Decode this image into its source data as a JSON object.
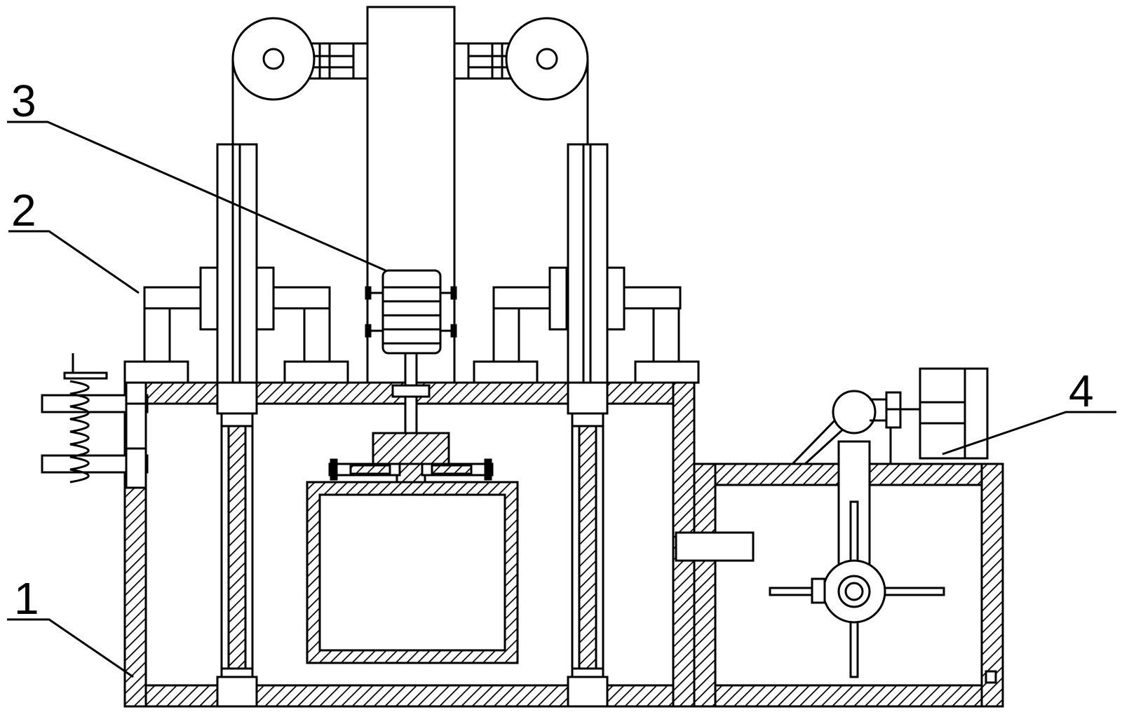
{
  "labels": {
    "one": "1",
    "two": "2",
    "three": "3",
    "four": "4"
  },
  "colors": {
    "stroke": "#000000",
    "background": "#ffffff"
  }
}
